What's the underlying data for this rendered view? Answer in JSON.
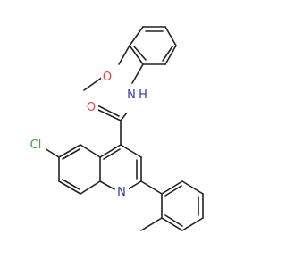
{
  "colors": {
    "bond": "#222222",
    "oxygen": "#e8403c",
    "nitrogen": "#2f3aa8",
    "chlorine": "#3aa64a"
  },
  "atoms": {
    "o_methoxy": "O",
    "o_carbonyl": "O",
    "nh": "N",
    "nh_h": "H",
    "n_ring": "N",
    "cl": "Cl"
  }
}
